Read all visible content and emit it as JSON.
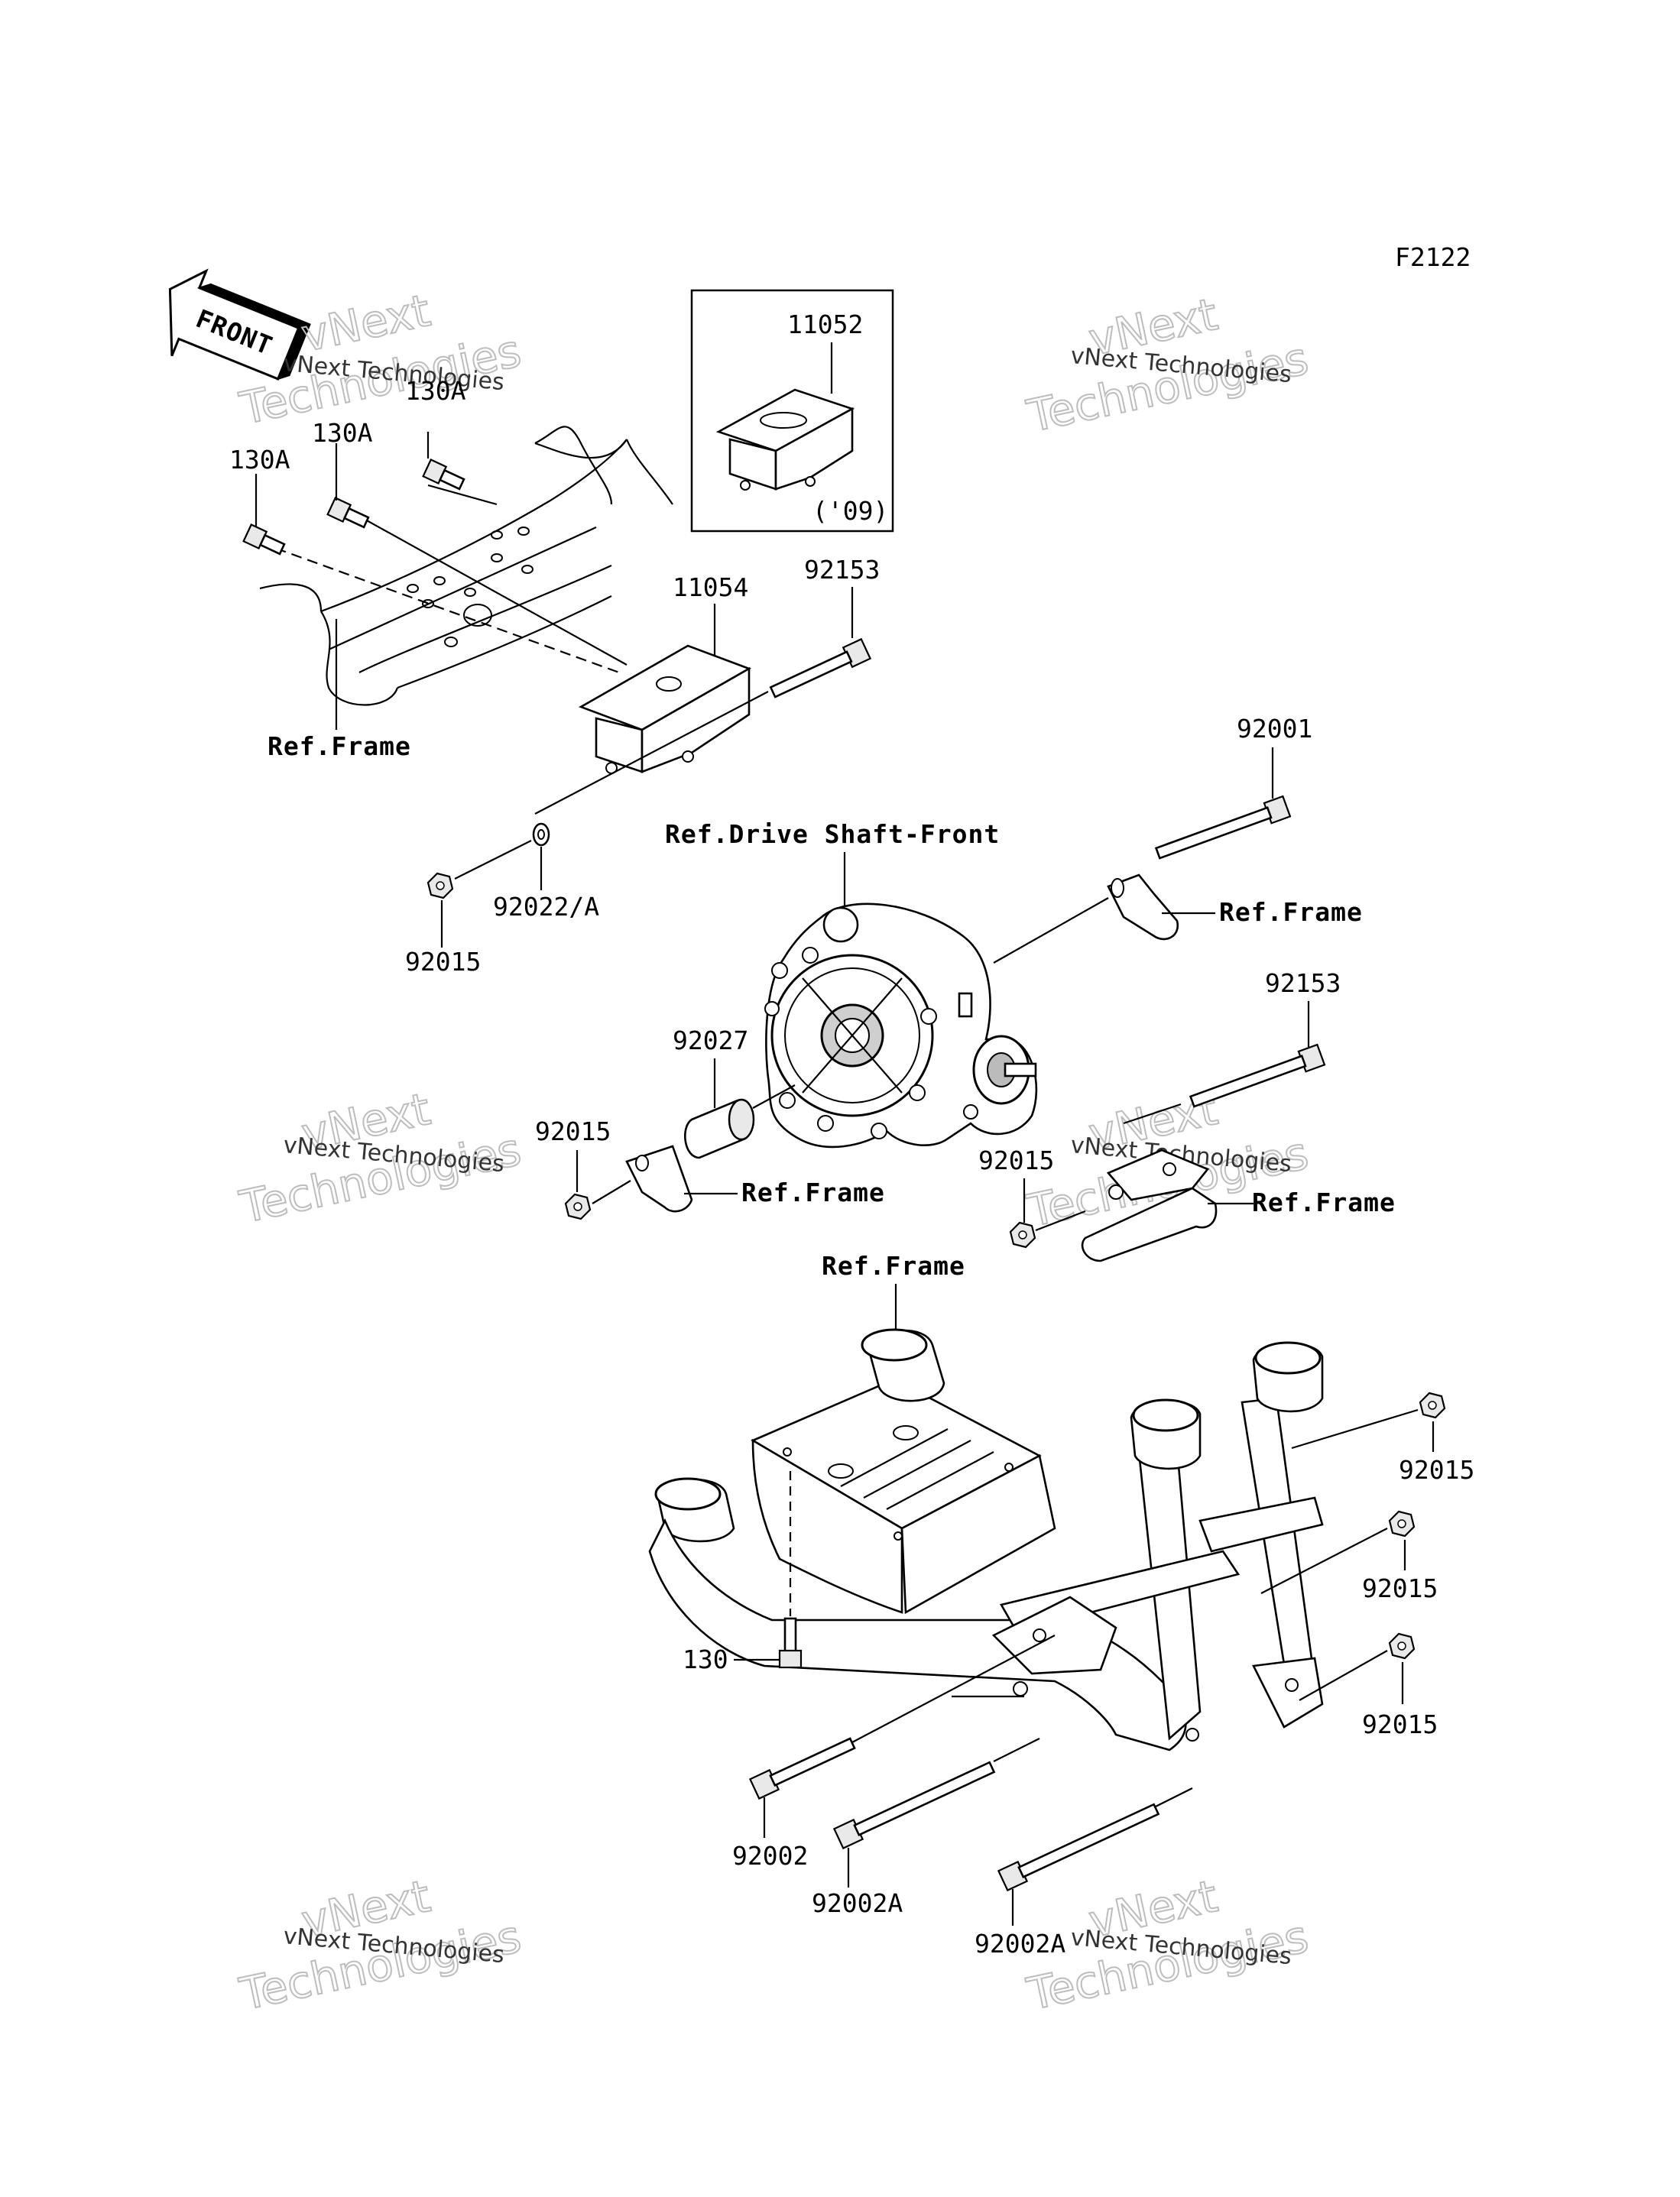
{
  "diagram_id": "F2122",
  "watermark": {
    "line1": "vNext Technologies",
    "line2": "Technologies",
    "line3": "vNext"
  },
  "front_arrow_label": "FRONT",
  "labels": {
    "l_130A_top": "130A",
    "l_130A_mid": "130A",
    "l_130A_left": "130A",
    "l_11052": "11052",
    "l_09": "('09)",
    "l_11054": "11054",
    "l_92153_top": "92153",
    "l_ref_frame_1": "Ref.Frame",
    "l_92001": "92001",
    "l_ref_drive_shaft": "Ref.Drive Shaft-Front",
    "l_ref_frame_2": "Ref.Frame",
    "l_92022A": "92022/A",
    "l_92015_a": "92015",
    "l_92153_mid": "92153",
    "l_92027": "92027",
    "l_92015_b": "92015",
    "l_ref_frame_3": "Ref.Frame",
    "l_92015_c": "92015",
    "l_ref_frame_4": "Ref.Frame",
    "l_ref_frame_5": "Ref.Frame",
    "l_92015_d": "92015",
    "l_92015_e": "92015",
    "l_130": "130",
    "l_92015_f": "92015",
    "l_92002": "92002",
    "l_92002A_a": "92002A",
    "l_92002A_b": "92002A"
  }
}
